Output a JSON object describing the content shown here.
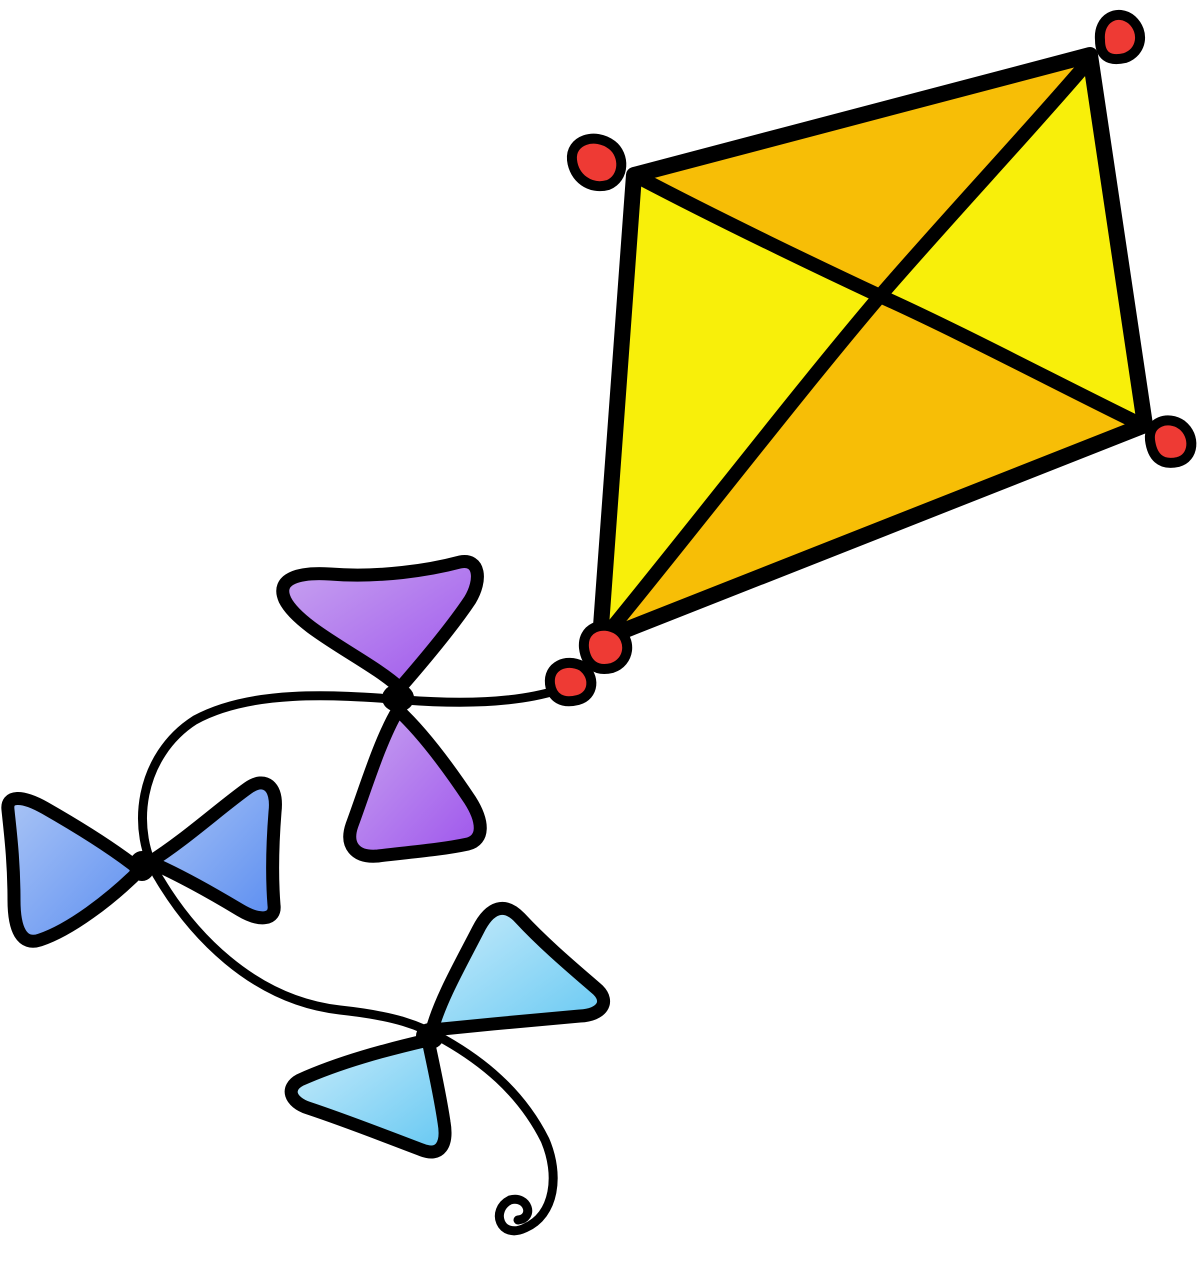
{
  "illustration": {
    "subject": "kite-with-tail-bows",
    "background": "#ffffff",
    "outline_color": "#000000",
    "kite": {
      "light_panel_color": "#f8ef0a",
      "dark_panel_color": "#f7be06",
      "corner_cap_color": "#ee3a34"
    },
    "bows": [
      {
        "name": "purple-bow",
        "color_light": "#c8a4f0",
        "color_dark": "#9e54ec"
      },
      {
        "name": "blue-bow",
        "color_light": "#a9c4f5",
        "color_dark": "#5c8ef1"
      },
      {
        "name": "light-blue-bow",
        "color_light": "#c9ecfb",
        "color_dark": "#66c8f2"
      }
    ]
  }
}
